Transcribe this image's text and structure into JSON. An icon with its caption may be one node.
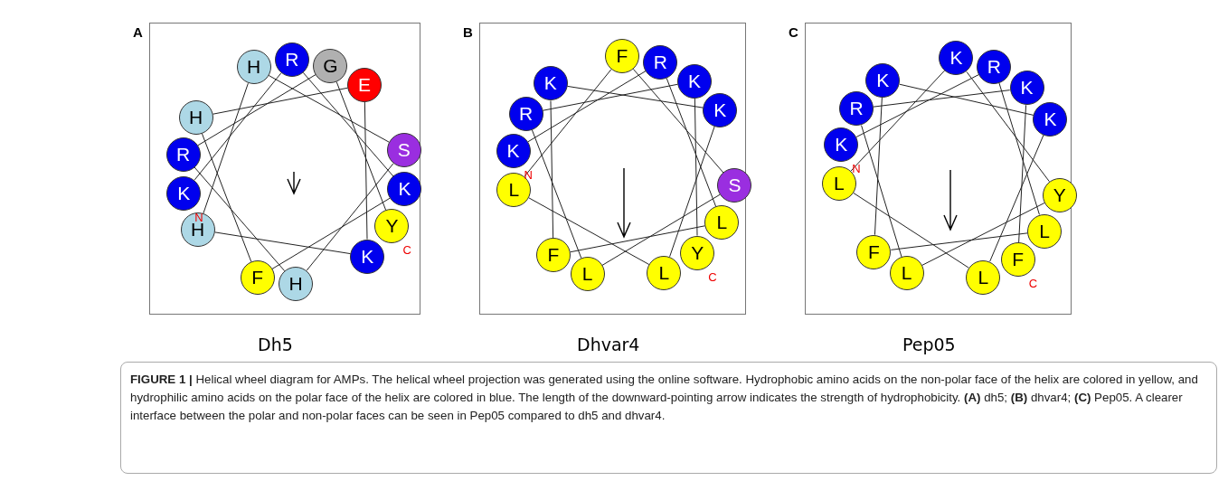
{
  "diagram": {
    "caption": "**FIGURE 1 |** Helical wheel diagram for AMPs. The helical wheel projection was generated using the online software. Hydrophobic amino acids on the non-polar face of the helix are colored in yellow, and hydrophilic amino acids on the polar face of the helix are colored in blue. The length of the downward-pointing arrow indicates the strength of hydrophobicity. **(A)** dh5; **(B)** dhvar4; **(C)** Pep05. A clearer interface between the polar and non-polar faces can be seen in Pep05 compared to dh5 and dhvar4.",
    "nodes": [
      {
        "text": [
          "A"
        ],
        "beside": [
          "Dh5"
        ]
      },
      {
        "text": [
          "B"
        ],
        "beside": [
          "Dhvar4"
        ]
      },
      {
        "text": [
          "C"
        ],
        "beside": [
          "Pep05"
        ]
      },
      {
        "text": [
          "K"
        ],
        "in": 0,
        "beside": [
          "N"
        ]
      },
      {
        "text": [
          "R"
        ],
        "in": 0
      },
      {
        "text": [
          "K"
        ],
        "in": 0
      },
      {
        "text": [
          "F"
        ],
        "in": 0
      },
      {
        "text": [
          "H"
        ],
        "in": 0
      },
      {
        "text": [
          "E"
        ],
        "in": 0
      },
      {
        "text": [
          "K"
        ],
        "in": 0
      },
      {
        "text": [
          "H"
        ],
        "in": 0
      },
      {
        "text": [
          "H"
        ],
        "in": 0
      },
      {
        "text": [
          "S"
        ],
        "in": 0
      },
      {
        "text": [
          "H"
        ],
        "in": 0
      },
      {
        "text": [
          "R"
        ],
        "in": 0
      },
      {
        "text": [
          "G"
        ],
        "in": 0
      },
      {
        "text": [
          "Y"
        ],
        "in": 0,
        "beside": [
          "C"
        ]
      },
      {
        "text": [
          "K"
        ],
        "in": 1,
        "beside": [
          "N"
        ]
      },
      {
        "text": [
          "R"
        ],
        "in": 1
      },
      {
        "text": [
          "L"
        ],
        "in": 1
      },
      {
        "text": [
          "F"
        ],
        "in": 1
      },
      {
        "text": [
          "K"
        ],
        "in": 1
      },
      {
        "text": [
          "K"
        ],
        "in": 1
      },
      {
        "text": [
          "L"
        ],
        "in": 1
      },
      {
        "text": [
          "L"
        ],
        "in": 1
      },
      {
        "text": [
          "F"
        ],
        "in": 1
      },
      {
        "text": [
          "S"
        ],
        "in": 1
      },
      {
        "text": [
          "L"
        ],
        "in": 1
      },
      {
        "text": [
          "R"
        ],
        "in": 1
      },
      {
        "text": [
          "K"
        ],
        "in": 1
      },
      {
        "text": [
          "Y"
        ],
        "in": 1,
        "beside": [
          "C"
        ]
      },
      {
        "text": [
          "K"
        ],
        "in": 2,
        "beside": [
          "N"
        ]
      },
      {
        "text": [
          "R"
        ],
        "in": 2
      },
      {
        "text": [
          "L"
        ],
        "in": 2
      },
      {
        "text": [
          "F"
        ],
        "in": 2
      },
      {
        "text": [
          "K"
        ],
        "in": 2
      },
      {
        "text": [
          "K"
        ],
        "in": 2
      },
      {
        "text": [
          "L"
        ],
        "in": 2
      },
      {
        "text": [
          "L"
        ],
        "in": 2
      },
      {
        "text": [
          "K"
        ],
        "in": 2
      },
      {
        "text": [
          "Y"
        ],
        "in": 2
      },
      {
        "text": [
          "L"
        ],
        "in": 2
      },
      {
        "text": [
          "R"
        ],
        "in": 2
      },
      {
        "text": [
          "K"
        ],
        "in": 2
      },
      {
        "text": [
          "F"
        ],
        "in": 2,
        "beside": [
          "C"
        ]
      }
    ],
    "edges": [
      {
        "from": 3,
        "to": 4,
        "arrow": "none"
      },
      {
        "from": 4,
        "to": 5,
        "arrow": "none"
      },
      {
        "from": 5,
        "to": 6,
        "arrow": "none"
      },
      {
        "from": 6,
        "to": 7,
        "arrow": "none"
      },
      {
        "from": 7,
        "to": 8,
        "arrow": "none"
      },
      {
        "from": 8,
        "to": 9,
        "arrow": "none"
      },
      {
        "from": 9,
        "to": 10,
        "arrow": "none"
      },
      {
        "from": 10,
        "to": 11,
        "arrow": "none"
      },
      {
        "from": 11,
        "to": 12,
        "arrow": "none"
      },
      {
        "from": 12,
        "to": 13,
        "arrow": "none"
      },
      {
        "from": 13,
        "to": 14,
        "arrow": "none"
      },
      {
        "from": 14,
        "to": 15,
        "arrow": "none"
      },
      {
        "from": 15,
        "to": 16,
        "arrow": "none"
      },
      {
        "from": 17,
        "to": 18,
        "arrow": "none"
      },
      {
        "from": 18,
        "to": 19,
        "arrow": "none"
      },
      {
        "from": 19,
        "to": 20,
        "arrow": "none"
      },
      {
        "from": 20,
        "to": 21,
        "arrow": "none"
      },
      {
        "from": 21,
        "to": 22,
        "arrow": "none"
      },
      {
        "from": 22,
        "to": 23,
        "arrow": "none"
      },
      {
        "from": 23,
        "to": 24,
        "arrow": "none"
      },
      {
        "from": 24,
        "to": 25,
        "arrow": "none"
      },
      {
        "from": 25,
        "to": 26,
        "arrow": "none"
      },
      {
        "from": 26,
        "to": 27,
        "arrow": "none"
      },
      {
        "from": 27,
        "to": 28,
        "arrow": "none"
      },
      {
        "from": 28,
        "to": 29,
        "arrow": "none"
      },
      {
        "from": 29,
        "to": 30,
        "arrow": "none"
      },
      {
        "from": 31,
        "to": 32,
        "arrow": "none"
      },
      {
        "from": 32,
        "to": 33,
        "arrow": "none"
      },
      {
        "from": 33,
        "to": 34,
        "arrow": "none"
      },
      {
        "from": 34,
        "to": 35,
        "arrow": "none"
      },
      {
        "from": 35,
        "to": 36,
        "arrow": "none"
      },
      {
        "from": 36,
        "to": 37,
        "arrow": "none"
      },
      {
        "from": 37,
        "to": 38,
        "arrow": "none"
      },
      {
        "from": 38,
        "to": 39,
        "arrow": "none"
      },
      {
        "from": 39,
        "to": 40,
        "arrow": "none"
      },
      {
        "from": 40,
        "to": 41,
        "arrow": "none"
      },
      {
        "from": 41,
        "to": 42,
        "arrow": "none"
      },
      {
        "from": 42,
        "to": 43,
        "arrow": "none"
      },
      {
        "from": 43,
        "to": 44,
        "arrow": "none"
      }
    ]
  }
}
